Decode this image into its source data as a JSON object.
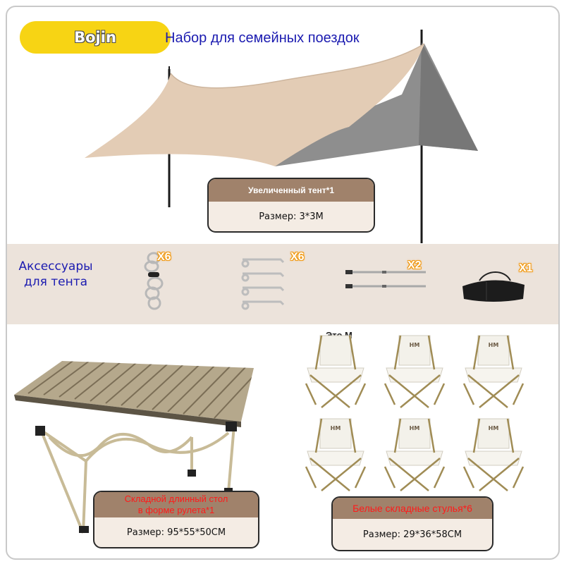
{
  "brand": {
    "name": "Bojin"
  },
  "headline": "Набор для семейных поездок",
  "tent": {
    "caption": "Увеличенный тент*1",
    "size": "Размер: 3*3M"
  },
  "accessories": {
    "title_line1": "Аксессуары",
    "title_line2": "для тента",
    "items": [
      {
        "icon": "rope-icon",
        "qty": "X6"
      },
      {
        "icon": "tent-peg-icon",
        "qty": "X6"
      },
      {
        "icon": "tent-pole-icon",
        "qty": "X2"
      },
      {
        "icon": "storage-bag-icon",
        "qty": "X1"
      }
    ]
  },
  "table": {
    "caption_line1": "Складной длинный стол",
    "caption_line2": "в форме рулета*1",
    "size": "Размер: 95*55*50CM"
  },
  "chairs": {
    "note": "Это M",
    "logo": "HM",
    "caption": "Белые складные стулья*6",
    "size": "Размер: 29*36*58CM"
  },
  "colors": {
    "brand_yellow": "#f7d414",
    "headline_blue": "#1b1bb0",
    "card_brown": "#a0826b",
    "accent_red": "#ff1a1a",
    "badge_orange": "#f29b14"
  }
}
